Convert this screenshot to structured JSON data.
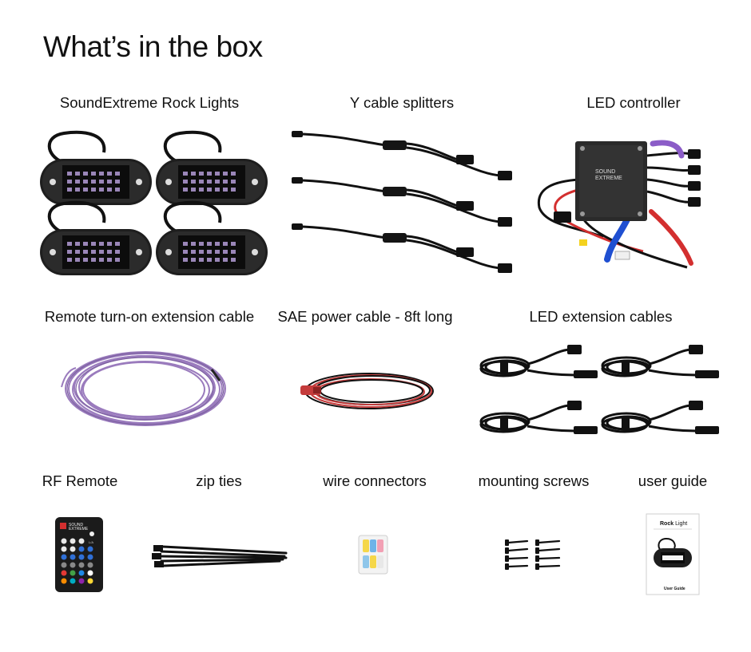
{
  "title": "What’s in the box",
  "items": [
    {
      "label": "SoundExtreme Rock Lights",
      "icon": "rock-light-icon"
    },
    {
      "label": "Y cable splitters",
      "icon": "y-cable-icon"
    },
    {
      "label": "LED controller",
      "icon": "led-controller-icon"
    },
    {
      "label": "Remote turn-on extension cable",
      "icon": "purple-cable-coil-icon"
    },
    {
      "label": "SAE power cable - 8ft long",
      "icon": "sae-cable-icon"
    },
    {
      "label": "LED extension cables",
      "icon": "extension-cable-icon"
    },
    {
      "label": "RF Remote",
      "icon": "rf-remote-icon"
    },
    {
      "label": "zip ties",
      "icon": "zip-ties-icon"
    },
    {
      "label": "wire connectors",
      "icon": "wire-connectors-icon"
    },
    {
      "label": "mounting screws",
      "icon": "screws-icon"
    },
    {
      "label": "user guide",
      "icon": "user-guide-icon"
    }
  ],
  "remote": {
    "brand_line1": "SOUND",
    "brand_line2": "EXTREME",
    "model": "L/A"
  },
  "controller": {
    "brand_line1": "SOUND",
    "brand_line2": "EXTREME"
  },
  "guide": {
    "title_part1": "Rock",
    "title_part2": " Light",
    "footer": "User Guide"
  },
  "colors": {
    "purple_cable": "#9a7bbd",
    "led_purple": "#8b5cc7",
    "body_black": "#1a1a1a",
    "red": "#d32f2f",
    "blue": "#1f4fd1"
  }
}
